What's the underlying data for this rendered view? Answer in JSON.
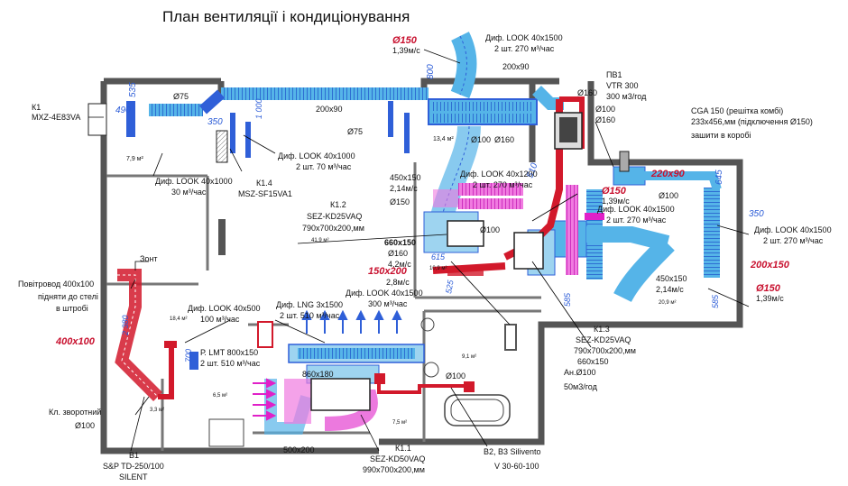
{
  "title": "План вентиляції і кондиціонування",
  "labels": {
    "k1_name": "К1",
    "k1_model": "MXZ-4E83VA",
    "dim_535": "535",
    "dim_490": "490",
    "d75_a": "Ø75",
    "d75_b": "Ø75",
    "dim_350_a": "350",
    "dim_1000": "1 000",
    "room_79": "7,9 м²",
    "dif_look_1000_a": "Диф. LOOK 40х1000",
    "dif_look_1000_a_flow": "30 м³/час",
    "k14_name": "К1.4",
    "k14_model": "MSZ-SF15VA1",
    "dim_200x90_a": "200х90",
    "dif_look_1000_b": "Диф. LOOK 40х1000",
    "dif_look_1000_b_flow": "2 шт. 70 м³/час",
    "d150_top": "Ø150",
    "flow_139_top": "1,39м/с",
    "dim_800": "800",
    "dif_look_1500_top": "Диф. LOOK 40х1500",
    "dif_look_1500_top_flow": "2 шт. 270 м³/час",
    "dim_200x90_b": "200х90",
    "room_134": "13,4 м²",
    "d100_a": "Ø100",
    "d160_a": "Ø160",
    "d160_b": "Ø160",
    "pv1_name": "ПВ1",
    "pv1_model": "VTR 300",
    "pv1_flow": "300 м3/год",
    "d100_b": "Ø100",
    "d160_c": "Ø160",
    "cga_title": "CGA 150 (решітка комбі)",
    "cga_size": "233х456,мм  (підключення Ø150)",
    "cga_note": "зашити в коробі",
    "dim_220x90": "220х90",
    "dim_645": "645",
    "d100_c": "Ø100",
    "dim_510": "510",
    "size_450x150_a": "450х150",
    "flow_214_a": "2,14м/с",
    "d150_a": "Ø150",
    "dif_look_1200": "Диф. LOOK 40х1200",
    "dif_look_1200_flow": "2 шт. 270 м³/час",
    "d150_red_b": "Ø150",
    "flow_139_b": "1,39м/с",
    "dif_look_1500_r": "Диф. LOOK 40х1500",
    "dif_look_1500_r_flow": "2 шт. 270 м³/час",
    "k12_name": "К1.2",
    "k12_model": "SEZ-KD25VAQ",
    "k12_size": "790х700х200,мм",
    "room_419": "41,9 м²",
    "dim_350_b": "350",
    "dif_look_1500_far": "Диф. LOOK 40х1500",
    "dif_look_1500_far_flow": "2 шт. 270 м³/час",
    "size_660x150_a": "660х150",
    "d160_d": "Ø160",
    "flow_42": "4,2м/с",
    "d100_d": "Ø100",
    "dim_615": "615",
    "room_109": "10,9 м²",
    "dim_200x150": "200х150",
    "size_150x200": "150х200",
    "flow_28": "2,8м/с",
    "dim_525": "525",
    "dif_look_1500_mid": "Диф. LOOK 40х1500",
    "dif_look_1500_mid_flow": "300 м³/час",
    "size_450x150_b": "450х150",
    "flow_214_b": "2,14м/с",
    "d150_red_c": "Ø150",
    "flow_139_c": "1,39м/с",
    "dim_585_a": "585",
    "dim_585_b": "585",
    "room_209": "20,9 м²",
    "zont": "Зонт",
    "air_duct": "Повітровод 400х100",
    "air_duct_note1": "підняти до стелі",
    "air_duct_note2": "в штробі",
    "dim_400x100": "400х100",
    "dim_2380": "2 380",
    "dif_look_500": "Диф. LOOK 40х500",
    "dif_look_500_flow": "100 м³/час",
    "room_184": "18,4 м²",
    "dif_lng": "Диф. LNG  3х1500",
    "dif_lng_flow": "2 шт. 510 м³/час",
    "p_lmt": "Р. LMT 800х150",
    "p_lmt_flow": "2 шт. 510 м³/час",
    "dim_700": "700",
    "size_860x180": "860х180",
    "d100_e": "Ø100",
    "room_91": "9,1 м²",
    "k13_name": "К1.3",
    "k13_model": "SEZ-KD25VAQ",
    "k13_size": "790х700х200,мм",
    "size_660x150_b": "660х150",
    "an_d100": "Ан.Ø100",
    "an_flow": "50м3/год",
    "room_65": "6,5 м²",
    "room_33": "3,3 м²",
    "room_75": "7,5 м²",
    "kl_return": "Кл. зворотний",
    "kl_d100": "Ø100",
    "size_500x200": "500х200",
    "b1_name": "В1",
    "b1_model": "S&P TD-250/100",
    "b1_note": "SILENT",
    "k11_name": "К1.1",
    "k11_model": "SEZ-KD50VAQ",
    "k11_size": "990х700х200,мм",
    "b23_name": "В2, В3 Silivento",
    "b23_model": "V 30-60-100"
  },
  "colors": {
    "wall": "#555555",
    "blue_duct": "#2f5fd8",
    "light_blue": "#55b4e8",
    "magenta": "#e020c8",
    "red_duct": "#d2192b",
    "red_text": "#c8102e",
    "blue_text": "#2a5bd7"
  }
}
